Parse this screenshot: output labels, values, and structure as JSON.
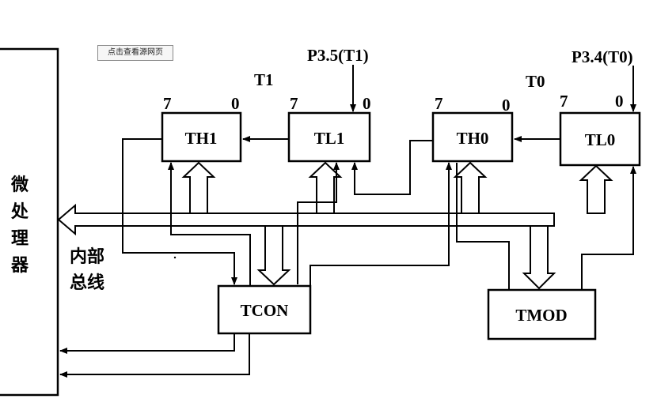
{
  "source_link": {
    "label": "点击查看源网页"
  },
  "processor": {
    "label": "微处理器",
    "chars": [
      "微",
      "处",
      "理",
      "器"
    ]
  },
  "bus": {
    "line1": "内部",
    "line2": "总线"
  },
  "registers": {
    "th1": "TH1",
    "tl1": "TL1",
    "th0": "TH0",
    "tl0": "TL0",
    "tcon": "TCON",
    "tmod": "TMOD"
  },
  "timers": {
    "t1": "T1",
    "t0": "T0"
  },
  "pins": {
    "p35": "P3.5(T1)",
    "p34": "P3.4(T0)"
  },
  "bits": {
    "msb": "7",
    "lsb": "0"
  }
}
